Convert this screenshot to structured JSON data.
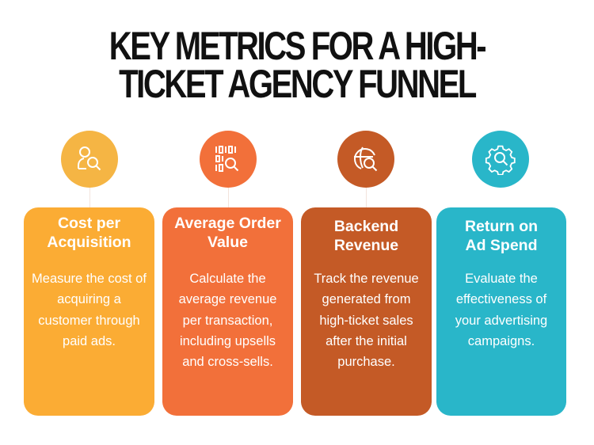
{
  "title": {
    "line1": "KEY METRICS FOR A HIGH-",
    "line2": "TICKET AGENCY FUNNEL"
  },
  "cards": [
    {
      "icon": "person-search-icon",
      "icon_color": "#F5B544",
      "color": "#FBAC34",
      "heading": "Cost per Acquisition",
      "body": "Measure the cost of acquiring a customer through paid ads."
    },
    {
      "icon": "binary-data-search-icon",
      "icon_color": "#F2703A",
      "color": "#F2703A",
      "heading": "Average Order Value",
      "body": "Calculate the average revenue per transaction, including upsells and cross-sells."
    },
    {
      "icon": "globe-search-icon",
      "icon_color": "#C45A26",
      "color": "#C45A26",
      "heading": "Backend Revenue",
      "body": "Track the revenue generated from high-ticket sales after the initial purchase."
    },
    {
      "icon": "gear-search-icon",
      "icon_color": "#29B6C9",
      "color": "#29B6C9",
      "heading": "Return on Ad Spend",
      "body": "Evaluate the effectiveness of your advertising campaigns."
    }
  ]
}
